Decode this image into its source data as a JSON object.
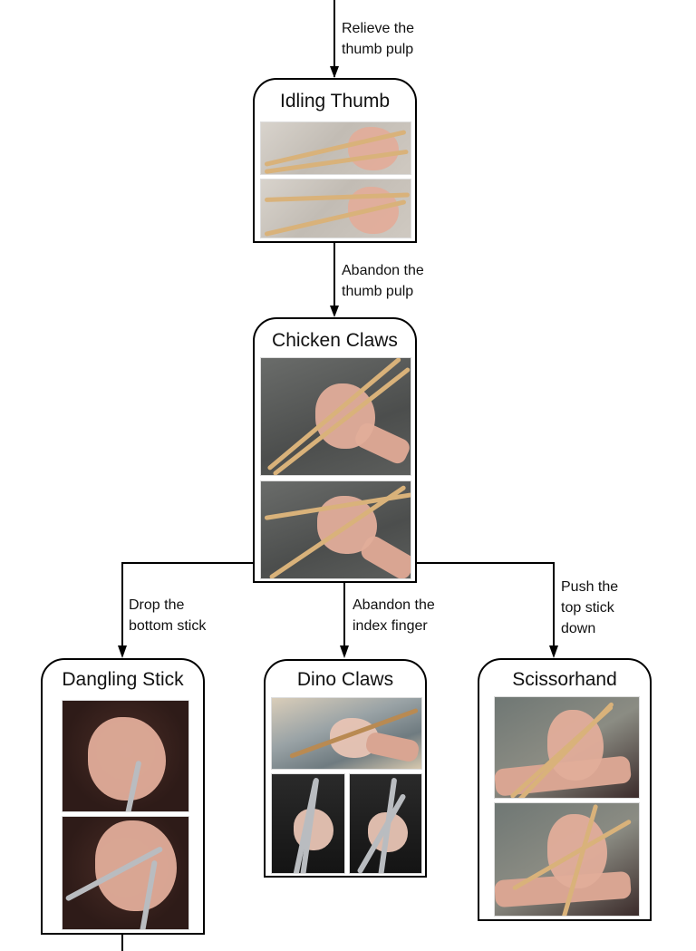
{
  "nodes": {
    "idling_thumb": {
      "title": "Idling Thumb"
    },
    "chicken_claws": {
      "title": "Chicken Claws"
    },
    "dangling_stick": {
      "title": "Dangling Stick"
    },
    "dino_claws": {
      "title": "Dino Claws"
    },
    "scissorhand": {
      "title": "Scissorhand"
    }
  },
  "edges": {
    "relieve": {
      "line1": "Relieve the",
      "line2": "thumb pulp"
    },
    "abandon_pulp": {
      "line1": "Abandon the",
      "line2": "thumb pulp"
    },
    "drop_bottom": {
      "line1": "Drop the",
      "line2": "bottom stick"
    },
    "abandon_index": {
      "line1": "Abandon the",
      "line2": "index finger"
    },
    "push_top": {
      "line1": "Push the",
      "line2": "top stick",
      "line3": "down"
    }
  }
}
